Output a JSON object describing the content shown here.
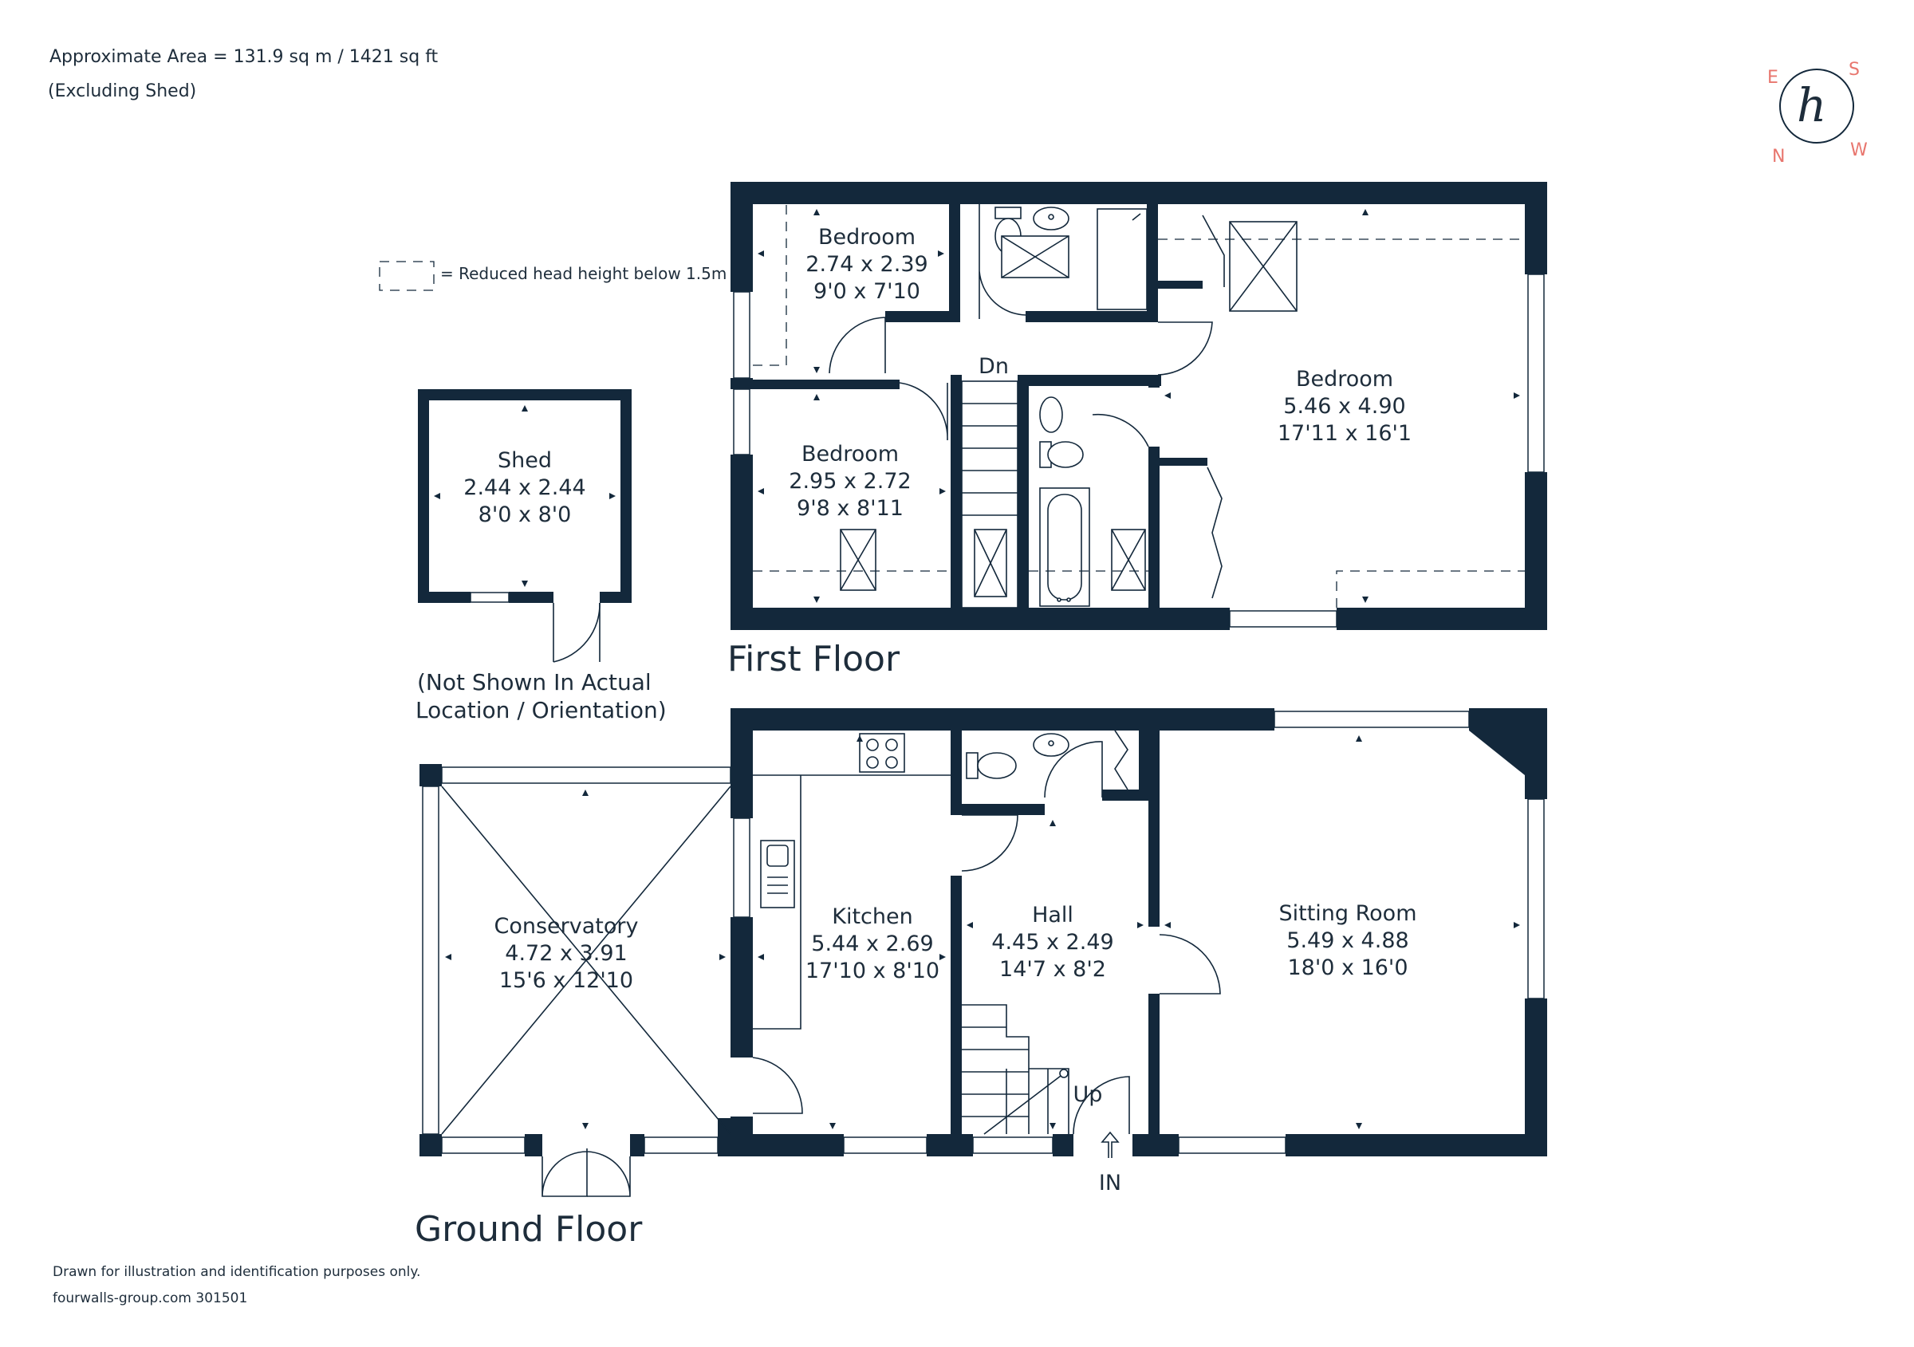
{
  "header": {
    "area": "Approximate Area = 131.9 sq m / 1421 sq ft",
    "excluding": "(Excluding Shed)"
  },
  "legend": {
    "reduced_head_height": "= Reduced head height below 1.5m"
  },
  "compass": {
    "e": "E",
    "s": "S",
    "n": "N",
    "w": "W",
    "logo_letter": "h"
  },
  "first_floor": {
    "title": "First Floor",
    "stairs_label": "Dn",
    "bedroom_small": {
      "name": "Bedroom",
      "metric": "2.74 x 2.39",
      "imperial": "9'0 x 7'10"
    },
    "bedroom_mid": {
      "name": "Bedroom",
      "metric": "2.95 x 2.72",
      "imperial": "9'8 x 8'11"
    },
    "bedroom_main": {
      "name": "Bedroom",
      "metric": "5.46 x 4.90",
      "imperial": "17'11 x 16'1"
    }
  },
  "shed": {
    "name": "Shed",
    "metric": "2.44 x 2.44",
    "imperial": "8'0 x 8'0",
    "note_line1": "(Not Shown In Actual",
    "note_line2": "Location / Orientation)"
  },
  "ground_floor": {
    "title": "Ground Floor",
    "stairs_label": "Up",
    "entrance_label": "IN",
    "conservatory": {
      "name": "Conservatory",
      "metric": "4.72 x 3.91",
      "imperial": "15'6 x 12'10"
    },
    "kitchen": {
      "name": "Kitchen",
      "metric": "5.44 x 2.69",
      "imperial": "17'10 x 8'10"
    },
    "hall": {
      "name": "Hall",
      "metric": "4.45 x 2.49",
      "imperial": "14'7 x 8'2"
    },
    "sitting_room": {
      "name": "Sitting Room",
      "metric": "5.49 x 4.88",
      "imperial": "18'0 x 16'0"
    }
  },
  "footer": {
    "disclaimer": "Drawn for illustration and identification purposes only.",
    "reference": "fourwalls-group.com 301501"
  }
}
